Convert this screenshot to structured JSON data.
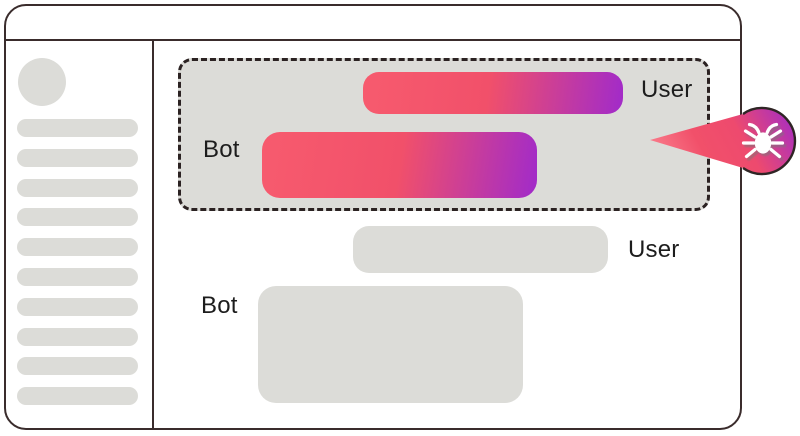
{
  "figure": {
    "conversation": {
      "highlighted_exchange": {
        "user_label": "User",
        "bot_label": "Bot"
      },
      "normal_exchange": {
        "user_label": "User",
        "bot_label": "Bot"
      }
    },
    "sidebar": {
      "placeholder_row_count": 10
    },
    "icons": {
      "callout": "bug-icon"
    },
    "colors": {
      "pink": "#f1506a",
      "pink_light": "#fb8592",
      "purple": "#a42cc6",
      "placeholder_gray": "#dcdcd8",
      "frame_outline": "#3a2c2c"
    }
  }
}
